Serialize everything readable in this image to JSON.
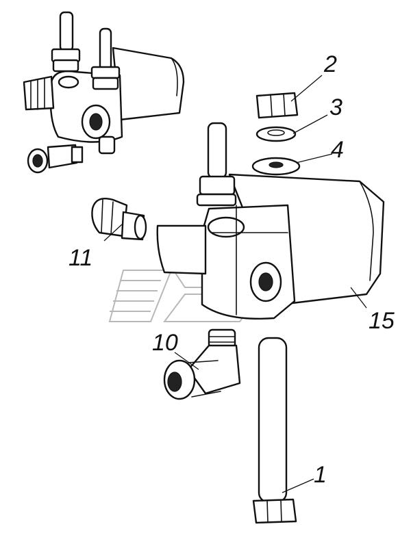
{
  "callouts": [
    {
      "id": "1",
      "label": "1"
    },
    {
      "id": "2",
      "label": "2"
    },
    {
      "id": "3",
      "label": "3"
    },
    {
      "id": "4",
      "label": "4"
    },
    {
      "id": "10",
      "label": "10"
    },
    {
      "id": "11",
      "label": "11"
    },
    {
      "id": "15",
      "label": "15"
    }
  ],
  "watermark_icon": "stylized-s-logo-icon",
  "colors": {
    "line": "#111111",
    "watermark": "#b8b8b8"
  }
}
